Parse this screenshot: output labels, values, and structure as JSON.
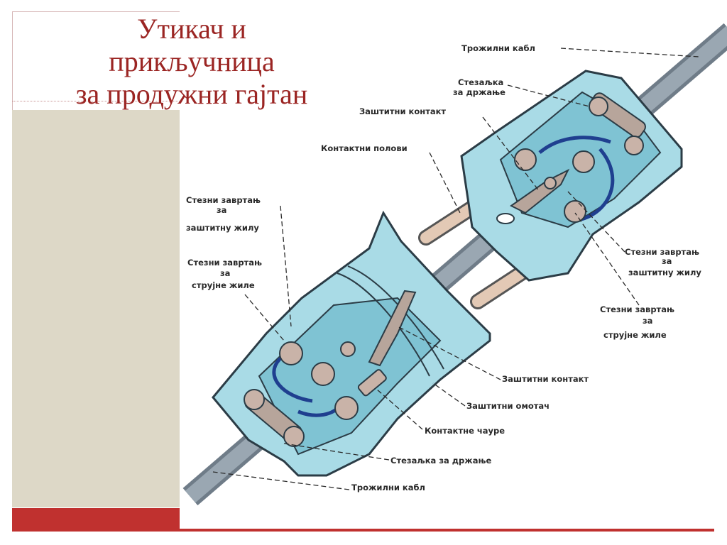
{
  "slide": {
    "title_lines": [
      "Утикач и",
      "прикључница",
      "за продужни гајтан"
    ],
    "colors": {
      "accent": "#c0312f",
      "title": "#9b2523",
      "sidebar": "#ddd8c7",
      "housing": "#a9dbe6",
      "cable": "#8d9aa6"
    }
  },
  "diagram": {
    "labels": {
      "cable_top": "Трожилни кабл",
      "clamp_top_1": "Стезаљка",
      "clamp_top_2": "за држање",
      "protect_contact_top": "Заштитни контакт",
      "contact_pins": "Контактни полови",
      "screw_prot_left_1": "Стезни завртањ",
      "screw_prot_left_2": "за",
      "screw_prot_left_3": "заштитну жилу",
      "screw_curr_left_1": "Стезни завртањ",
      "screw_curr_left_2": "за",
      "screw_curr_left_3": "струјне жиле",
      "screw_prot_right_1": "Стезни завртањ",
      "screw_prot_right_2": "за",
      "screw_prot_right_3": "заштитну жилу",
      "screw_curr_right_1": "Стезни завртањ",
      "screw_curr_right_2": "за",
      "screw_curr_right_3": "струјне жиле",
      "protect_contact_bottom": "Заштитни контакт",
      "protect_cover": "Заштитни омотач",
      "contact_sleeves": "Контактне чауре",
      "clamp_bottom": "Стезаљка за држање",
      "cable_bottom": "Трожилни кабл"
    }
  }
}
